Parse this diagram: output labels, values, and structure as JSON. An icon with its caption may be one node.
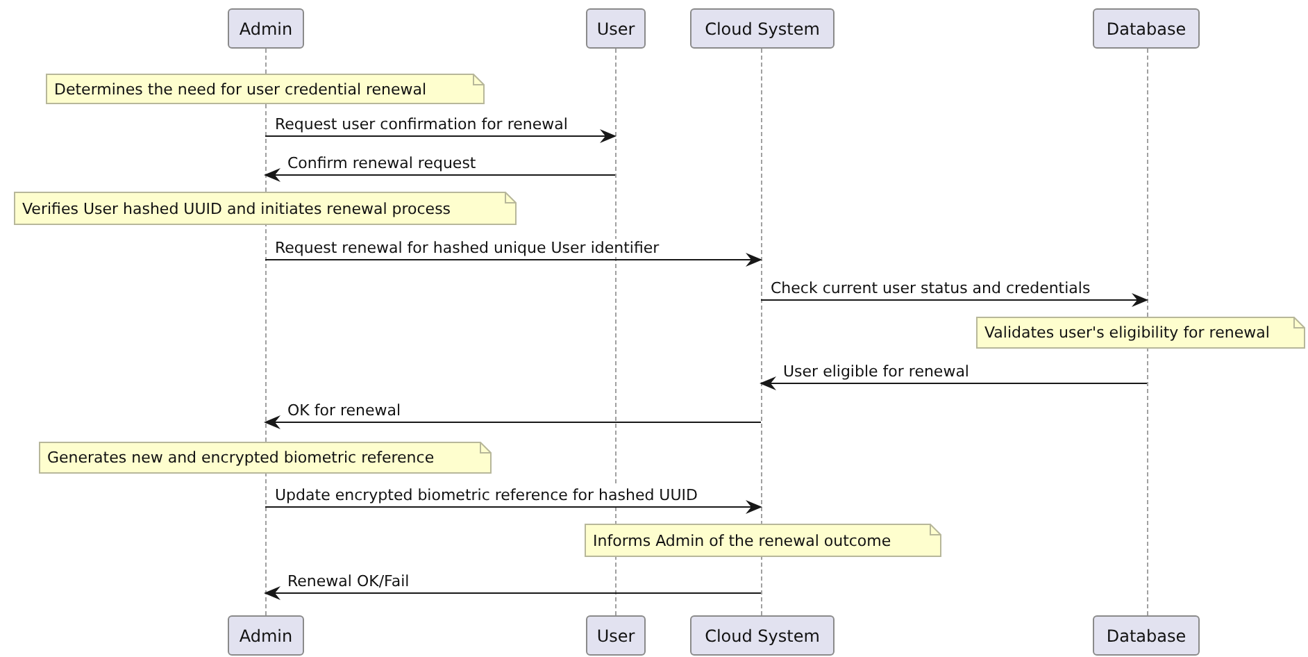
{
  "diagram": {
    "nodes": [
      {
        "text": [
          "Admin"
        ]
      },
      {
        "text": [
          "User"
        ]
      },
      {
        "text": [
          "Cloud System"
        ]
      },
      {
        "text": [
          "Database"
        ]
      },
      {
        "text": [],
        "shape": "bar"
      },
      {
        "text": [],
        "shape": "bar"
      },
      {
        "text": [],
        "shape": "bar"
      },
      {
        "text": [],
        "shape": "bar"
      },
      {
        "text": [
          "Determines the need for user credential renewal"
        ]
      },
      {
        "text": [
          "Verifies User hashed UUID and initiates renewal process"
        ]
      },
      {
        "text": [
          "Validates user's eligibility for renewal"
        ]
      },
      {
        "text": [
          "Generates new and encrypted biometric reference"
        ]
      },
      {
        "text": [
          "Informs Admin of the renewal outcome"
        ]
      },
      {
        "text": [
          "Admin"
        ]
      },
      {
        "text": [
          "User"
        ]
      },
      {
        "text": [
          "Cloud System"
        ]
      },
      {
        "text": [
          "Database"
        ]
      }
    ],
    "edges": [
      {
        "from": 4,
        "to": 5,
        "arrow": "to",
        "label": "Request user confirmation for renewal"
      },
      {
        "from": 5,
        "to": 4,
        "arrow": "to",
        "label": "Confirm renewal request"
      },
      {
        "from": 4,
        "to": 6,
        "arrow": "to",
        "label": "Request renewal for hashed unique User identifier"
      },
      {
        "from": 6,
        "to": 7,
        "arrow": "to",
        "label": "Check current user status and credentials"
      },
      {
        "from": 7,
        "to": 6,
        "arrow": "to",
        "label": "User eligible for renewal"
      },
      {
        "from": 6,
        "to": 4,
        "arrow": "to",
        "label": "OK for renewal"
      },
      {
        "from": 4,
        "to": 6,
        "arrow": "to",
        "label": "Update encrypted biometric reference for hashed UUID"
      },
      {
        "from": 6,
        "to": 4,
        "arrow": "to",
        "label": "Renewal OK/Fail"
      }
    ]
  }
}
